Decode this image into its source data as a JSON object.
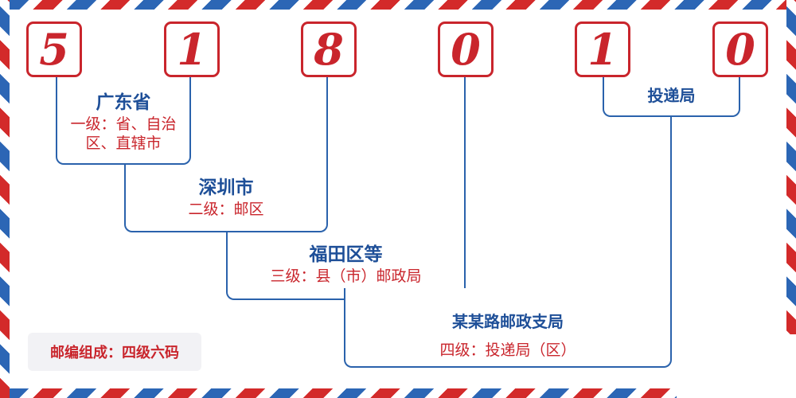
{
  "postcode": {
    "digits": [
      "5",
      "1",
      "8",
      "0",
      "1",
      "0"
    ]
  },
  "levels": {
    "level1": {
      "place": "广东省",
      "desc": "一级：省、自治区、直辖市"
    },
    "level2": {
      "place": "深圳市",
      "desc": "二级：邮区"
    },
    "level3": {
      "place": "福田区等",
      "desc": "三级：县（市）邮政局"
    },
    "level4": {
      "place": "某某路邮政支局",
      "desc": "四级：投递局（区）"
    },
    "delivery": {
      "place": "投递局"
    }
  },
  "legend": {
    "text": "邮编组成：四级六码"
  },
  "colors": {
    "red": "#c9252c",
    "blue": "#2a62ac",
    "navy_text": "#1e4f98",
    "stripe_red": "#d32a2a",
    "stripe_blue": "#2c66b5"
  }
}
